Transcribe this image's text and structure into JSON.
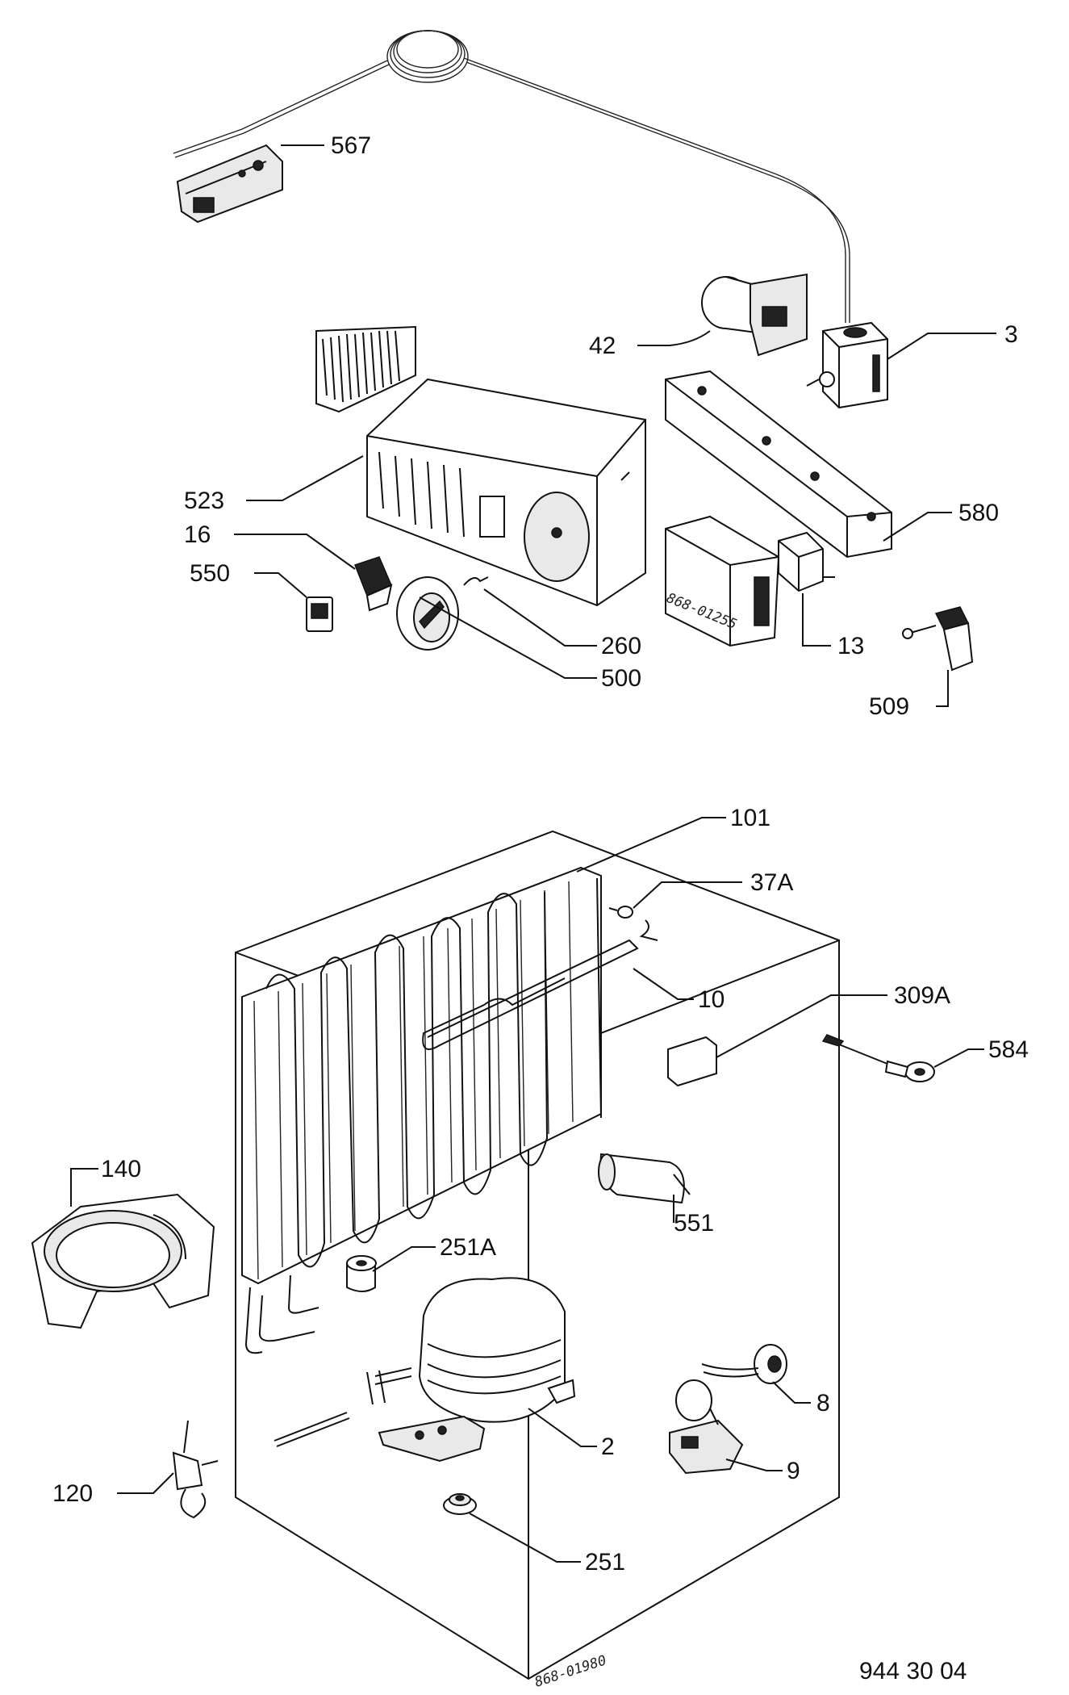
{
  "diagram": {
    "labels": {
      "567": "567",
      "42": "42",
      "3": "3",
      "523": "523",
      "580": "580",
      "16": "16",
      "550": "550",
      "260": "260",
      "500": "500",
      "13": "13",
      "509": "509",
      "101": "101",
      "37A": "37A",
      "10": "10",
      "309A": "309A",
      "584": "584",
      "140": "140",
      "551": "551",
      "251A": "251A",
      "8": "8",
      "2": "2",
      "9": "9",
      "120": "120",
      "251": "251"
    },
    "stamps": {
      "upper": "868-01255",
      "lower": "868-01980"
    },
    "reference": "944 30 04"
  }
}
